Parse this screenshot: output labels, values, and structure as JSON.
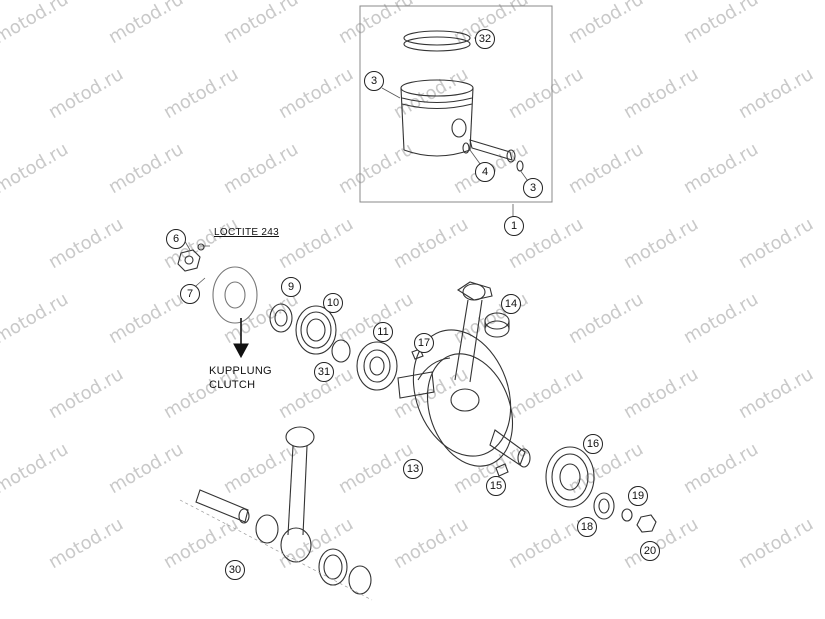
{
  "watermark": "motod.ru",
  "callouts": {
    "c1": "1",
    "c3a": "3",
    "c3b": "3",
    "c4": "4",
    "c6": "6",
    "c7": "7",
    "c9": "9",
    "c10": "10",
    "c11": "11",
    "c13": "13",
    "c14": "14",
    "c15": "15",
    "c16": "16",
    "c17": "17",
    "c18": "18",
    "c19": "19",
    "c20": "20",
    "c30": "30",
    "c31": "31",
    "c32": "32"
  },
  "labels": {
    "loctite": "LOCTITE 243",
    "kupplung": "KUPPLUNG",
    "clutch": "CLUTCH"
  }
}
